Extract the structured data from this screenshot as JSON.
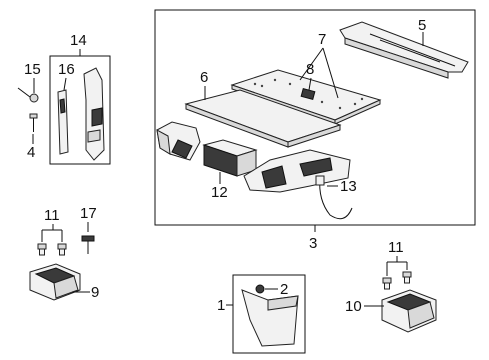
{
  "labels": {
    "l1": "1",
    "l2": "2",
    "l3": "3",
    "l4": "4",
    "l5": "5",
    "l6": "6",
    "l7": "7",
    "l8": "8",
    "l9": "9",
    "l10": "10",
    "l11a": "11",
    "l11b": "11",
    "l12": "12",
    "l13": "13",
    "l14": "14",
    "l15": "15",
    "l16": "16",
    "l17": "17"
  },
  "colors": {
    "line": "#111111",
    "part_fill": "#f2f2f2",
    "shade": "#3a3a3a"
  }
}
